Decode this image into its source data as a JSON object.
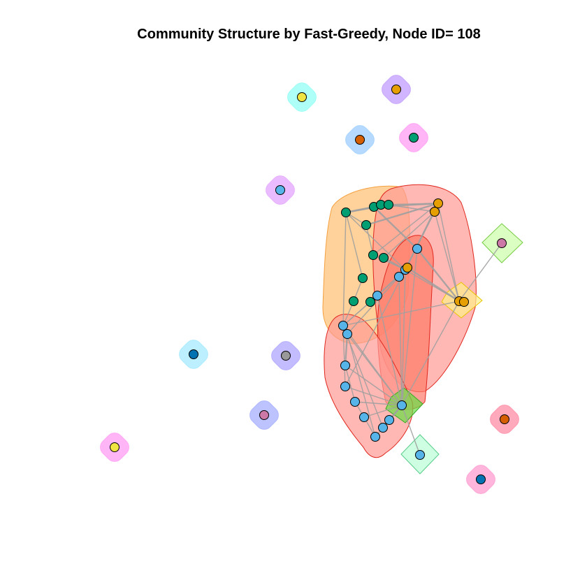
{
  "title": "Community Structure by Fast-Greedy, Node ID= 108",
  "chart_data": {
    "type": "network",
    "layout": "community-grouped node graph",
    "edge_color": "#a0a0a0",
    "communities": [
      {
        "id": "orange-hull",
        "fill": "#fdbf6f",
        "stroke": "#f5a040",
        "nodes": [
          "g1",
          "g2",
          "g3",
          "g4",
          "g5",
          "g6",
          "g7",
          "g8",
          "g9",
          "g10",
          "b3",
          "b4",
          "b5"
        ]
      },
      {
        "id": "red-large-hull",
        "fill": "#ff9a93",
        "stroke": "#e0271e",
        "nodes": [
          "o1",
          "o2",
          "o3",
          "b1",
          "b2",
          "o4",
          "o5",
          "b6"
        ]
      },
      {
        "id": "red-center-hull",
        "fill": "#ff7b68",
        "stroke": "#e0271e",
        "nodes": [
          "b1",
          "b2",
          "b6",
          "b7"
        ]
      },
      {
        "id": "red-lower-hull",
        "fill": "#ff9a93",
        "stroke": "#e0271e",
        "nodes": [
          "b4",
          "b5",
          "b8",
          "b9",
          "b10",
          "b11",
          "b12",
          "b13",
          "b14",
          "b6"
        ]
      },
      {
        "id": "yellow-small",
        "fill": "#fff08a",
        "stroke": "#e8c400",
        "nodes": [
          "o4"
        ]
      },
      {
        "id": "green-small",
        "fill": "#66dd44",
        "stroke": "#33aa22",
        "nodes": [
          "b6"
        ]
      },
      {
        "id": "lightgreen-diamond",
        "fill": "#ccffaa",
        "stroke": "#77cc44",
        "nodes": [
          "p1"
        ]
      },
      {
        "id": "mint-diamond",
        "fill": "#bbffd6",
        "stroke": "#55cc88",
        "nodes": [
          "m1"
        ]
      }
    ],
    "isolates": [
      {
        "id": "iso1",
        "hull": "#9ffff6",
        "node": "#f0e442"
      },
      {
        "id": "iso2",
        "hull": "#c9a8ff",
        "node": "#e69f00"
      },
      {
        "id": "iso3",
        "hull": "#a9d4ff",
        "node": "#d55e00"
      },
      {
        "id": "iso4",
        "hull": "#ffa8f5",
        "node": "#009e73"
      },
      {
        "id": "iso5",
        "hull": "#e6b0ff",
        "node": "#56b4e9"
      },
      {
        "id": "iso6",
        "hull": "#b0ecff",
        "node": "#0072b2"
      },
      {
        "id": "iso7",
        "hull": "#b8b0ff",
        "node": "#999999"
      },
      {
        "id": "iso8",
        "hull": "#b0b8ff",
        "node": "#cc79a7"
      },
      {
        "id": "iso9",
        "hull": "#ffa8f5",
        "node": "#f0e442"
      },
      {
        "id": "iso10",
        "hull": "#ff9ab0",
        "node": "#d55e00"
      },
      {
        "id": "iso11",
        "hull": "#ffa8d6",
        "node": "#0072b2"
      }
    ]
  }
}
